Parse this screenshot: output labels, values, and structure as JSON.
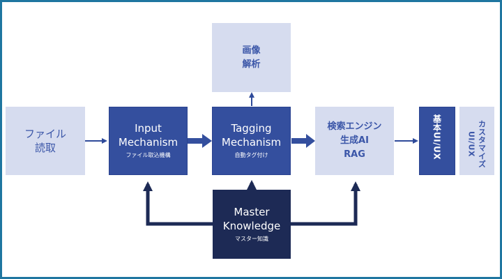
{
  "colors": {
    "frame": "#1f76a0",
    "light_box": "#d6dcef",
    "light_text": "#3b56a8",
    "mid_box": "#344f9e",
    "dark_box": "#1d2a55",
    "arrow_blue": "#2e4a9a",
    "arrow_dark": "#1d2a55"
  },
  "nodes": {
    "file_read": {
      "line1": "ファイル",
      "line2": "読取"
    },
    "input": {
      "line1": "Input",
      "line2": "Mechanism",
      "sub": "ファイル取込機構"
    },
    "tagging": {
      "line1": "Tagging",
      "line2": "Mechanism",
      "sub": "自動タグ付け"
    },
    "image_analysis": {
      "line1": "画像",
      "line2": "解析"
    },
    "search": {
      "line1": "検索エンジン",
      "line2": "生成AI",
      "line3": "RAG"
    },
    "basic_ui": {
      "label": "基本UI/UX"
    },
    "custom_ui": {
      "label": "カスタマイズUI/UX"
    },
    "master": {
      "line1": "Master",
      "line2": "Knowledge",
      "sub": "マスター知識"
    }
  }
}
